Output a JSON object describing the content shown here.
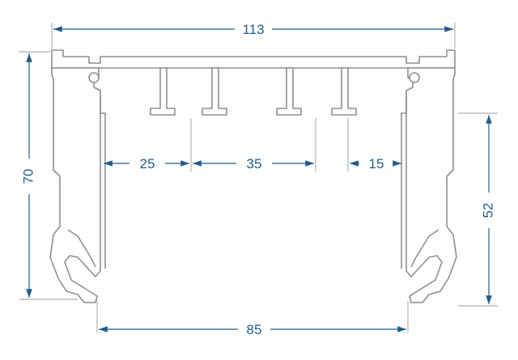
{
  "diagram": {
    "labels": {
      "width_top": "113",
      "height_left": "70",
      "height_right": "52",
      "width_bottom": "85",
      "span_25": "25",
      "span_35": "35",
      "span_15": "15"
    },
    "colors": {
      "dimension": "#1f5c8c",
      "outline": "#8f8f8f",
      "profile_fill": "#ffffff",
      "background": "#ffffff"
    }
  }
}
